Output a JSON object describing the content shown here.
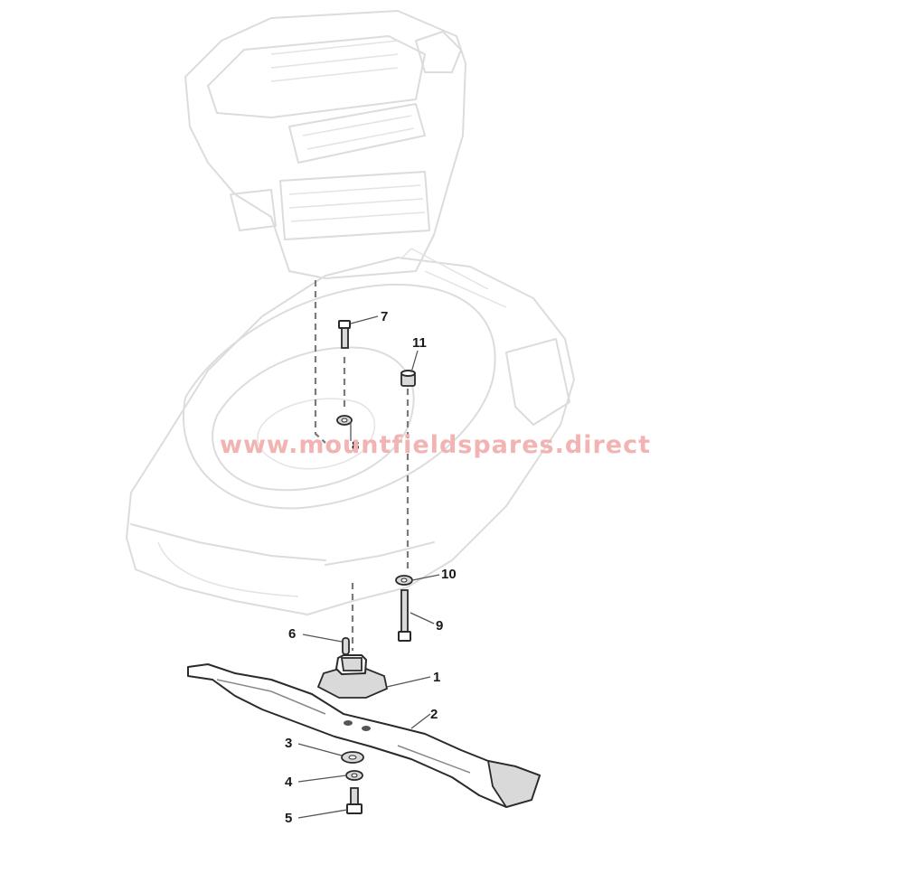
{
  "callouts": [
    {
      "id": "1",
      "label": "1"
    },
    {
      "id": "2",
      "label": "2"
    },
    {
      "id": "3",
      "label": "3"
    },
    {
      "id": "4",
      "label": "4"
    },
    {
      "id": "5",
      "label": "5"
    },
    {
      "id": "6",
      "label": "6"
    },
    {
      "id": "7",
      "label": "7"
    },
    {
      "id": "8",
      "label": "8"
    },
    {
      "id": "9",
      "label": "9"
    },
    {
      "id": "10",
      "label": "10"
    },
    {
      "id": "11",
      "label": "11"
    }
  ],
  "watermark": "www.mountfieldspares.direct",
  "colors": {
    "background": "#ffffff",
    "ghost_lines": "#dcdcdc",
    "part_lines": "#2a2a2a",
    "watermark": "#f2b3b3"
  }
}
